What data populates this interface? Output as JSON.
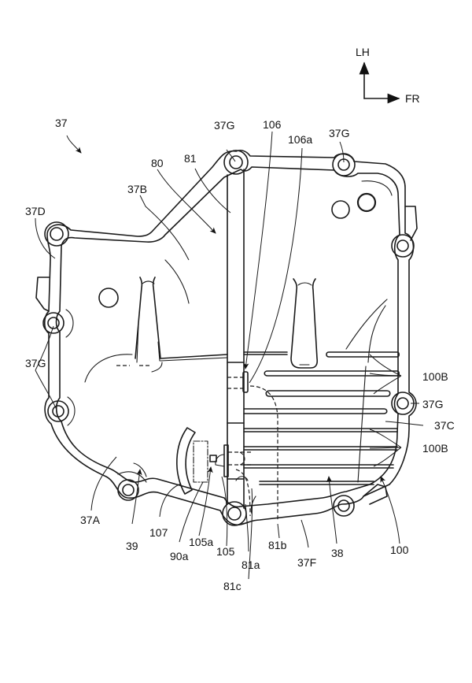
{
  "figure": {
    "direction": {
      "up": "LH",
      "right": "FR"
    },
    "labels": {
      "l37": "37",
      "l37G_top_left": "37G",
      "l106": "106",
      "l106a": "106a",
      "l37G_top_right": "37G",
      "l80": "80",
      "l81": "81",
      "l37B": "37B",
      "l37D": "37D",
      "l37G_left": "37G",
      "l100B_upper": "100B",
      "l37G_right": "37G",
      "l37C": "37C",
      "l100B_lower": "100B",
      "l37A": "37A",
      "l39": "39",
      "l107": "107",
      "l90a": "90a",
      "l105a": "105a",
      "l105": "105",
      "l81a": "81a",
      "l81b": "81b",
      "l81c": "81c",
      "l37F": "37F",
      "l38": "38",
      "l100": "100"
    }
  }
}
